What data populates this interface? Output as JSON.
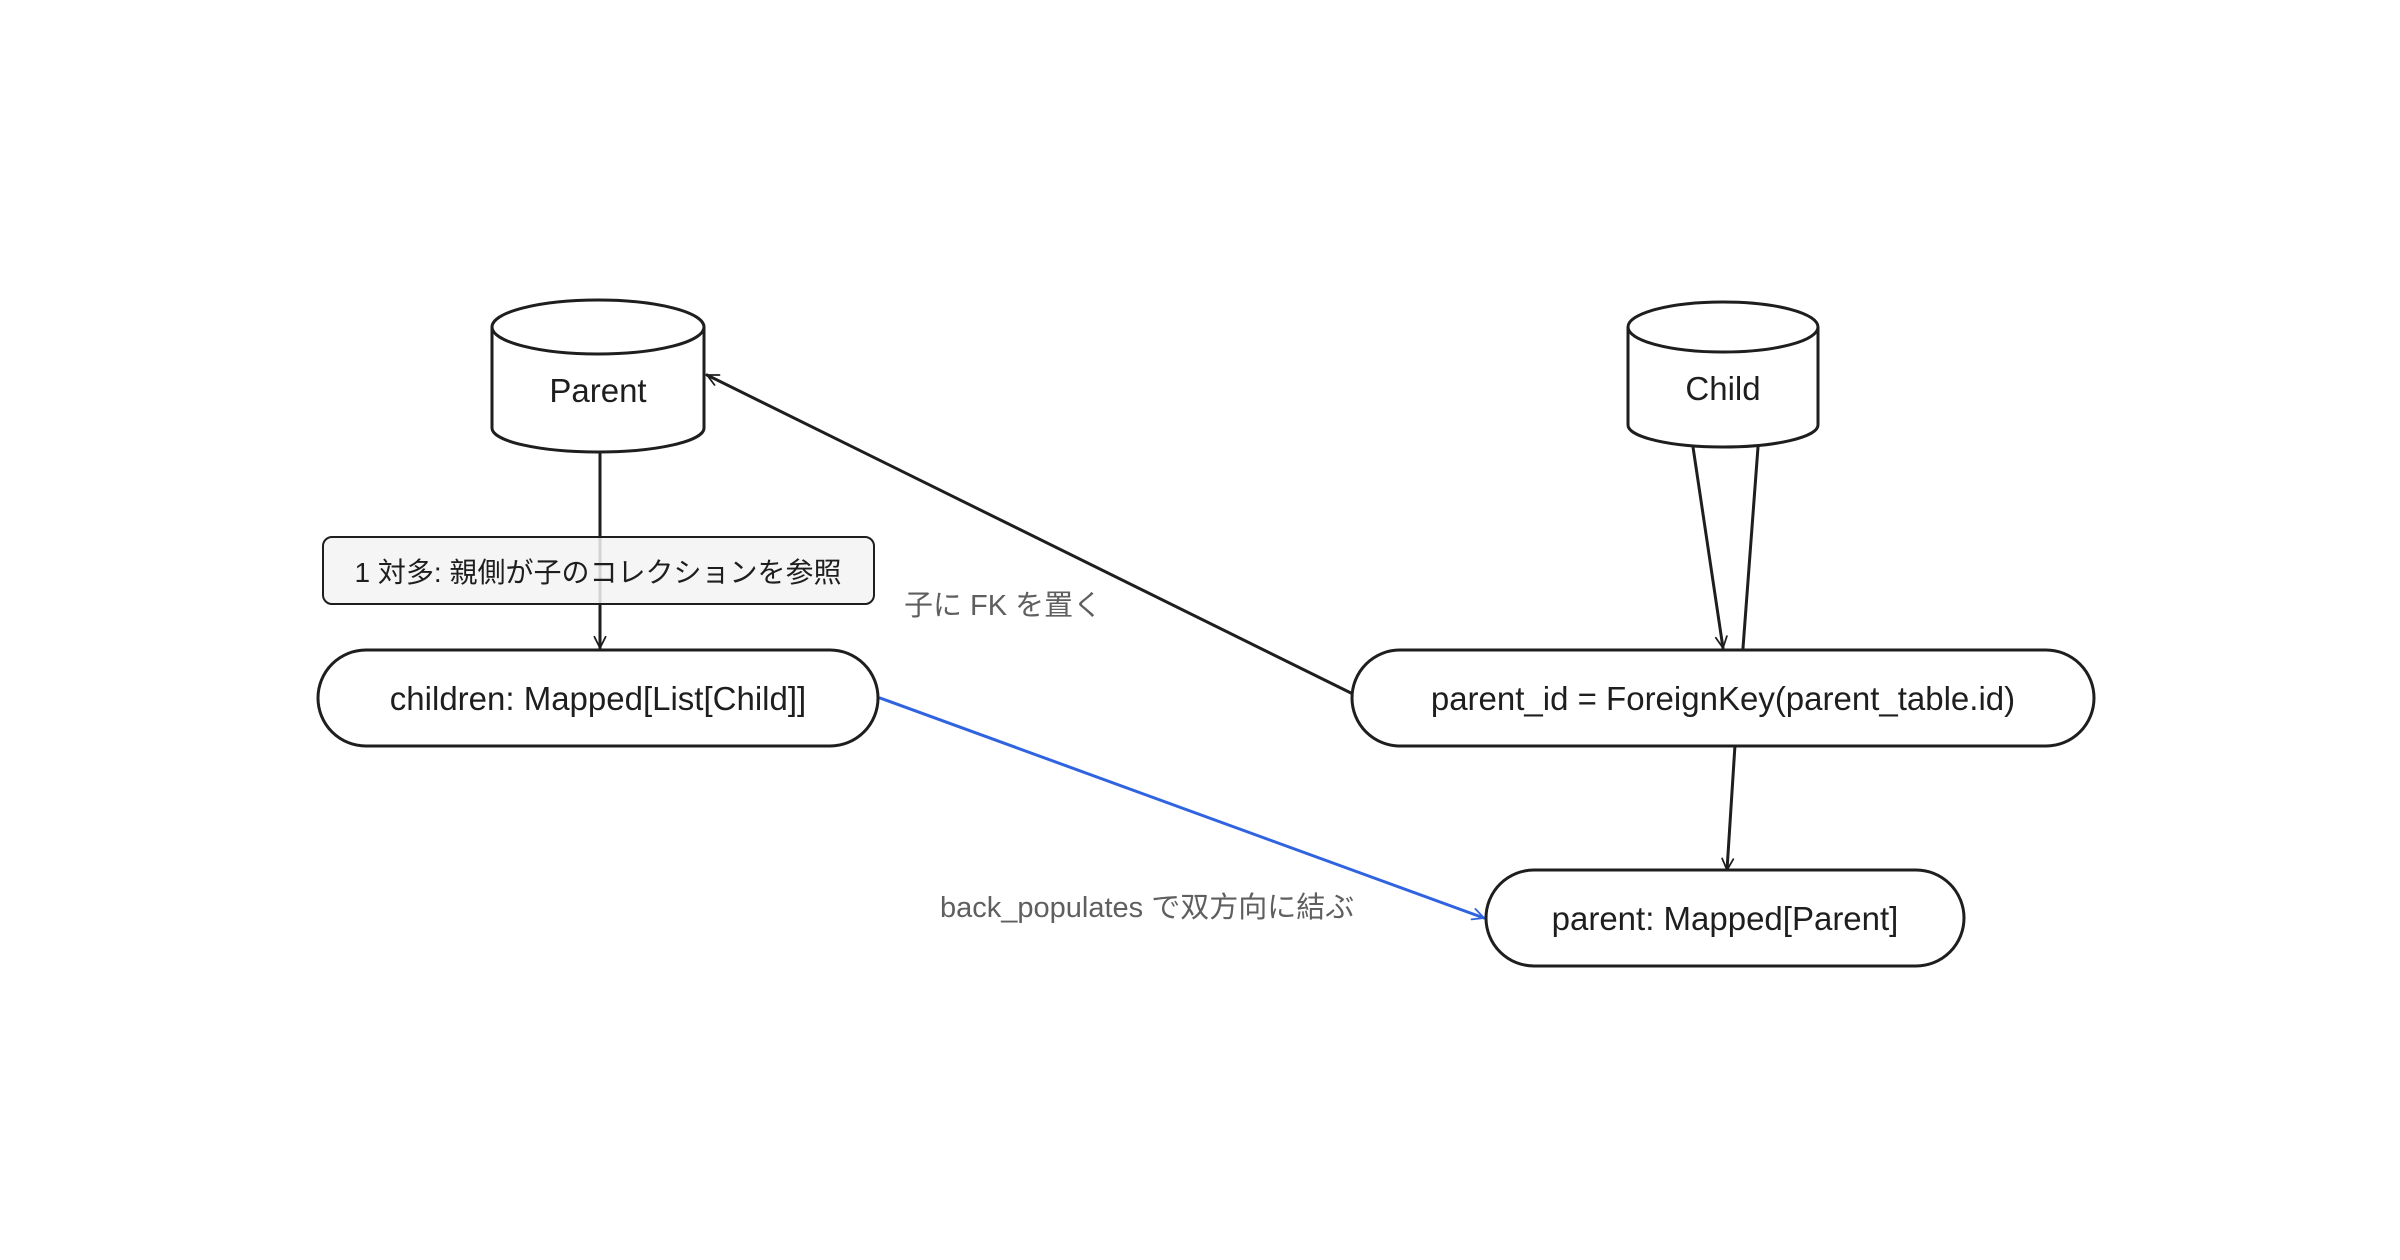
{
  "colors": {
    "ink": "#1e1e1e",
    "label": "#5f5f5f",
    "accent_edge": "#2f63e0",
    "note_fill": "#f3f3f3"
  },
  "nodes": {
    "parent": {
      "label": "Parent"
    },
    "child": {
      "label": "Child"
    },
    "children_attr": {
      "label": "children: Mapped[List[Child]]"
    },
    "parent_id_attr": {
      "label": "parent_id = ForeignKey(parent_table.id)"
    },
    "parent_attr": {
      "label": "parent: Mapped[Parent]"
    }
  },
  "note": {
    "text": "1 対多: 親側が子のコレクションを参照"
  },
  "edge_labels": {
    "fk": "子に FK を置く",
    "back_populates": "back_populates で双方向に結ぶ"
  }
}
